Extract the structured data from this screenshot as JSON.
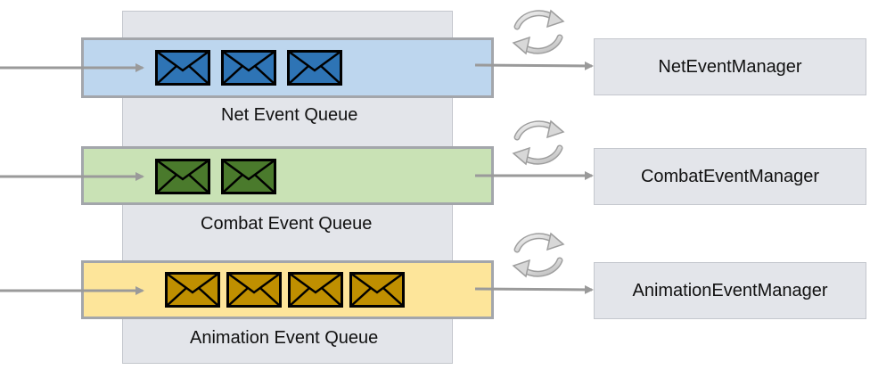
{
  "queues": [
    {
      "id": "net",
      "label": "Net Event Queue",
      "manager": "NetEventManager",
      "event_count": 3,
      "color": "#bdd6ee",
      "envelope_color": "#2e74b5"
    },
    {
      "id": "combat",
      "label": "Combat Event Queue",
      "manager": "CombatEventManager",
      "event_count": 2,
      "color": "#c9e2b5",
      "envelope_color": "#4a7a2c"
    },
    {
      "id": "anim",
      "label": "Animation Event Queue",
      "manager": "AnimationEventManager",
      "event_count": 4,
      "color": "#fde59a",
      "envelope_color": "#bf8f00"
    }
  ],
  "icons": {
    "event": "envelope-icon",
    "loop": "refresh-cycle-icon",
    "flow": "arrow-right-icon"
  },
  "colors": {
    "panel": "#e3e5ea",
    "border": "#a3a6ab",
    "arrow": "#9a9a9a"
  }
}
